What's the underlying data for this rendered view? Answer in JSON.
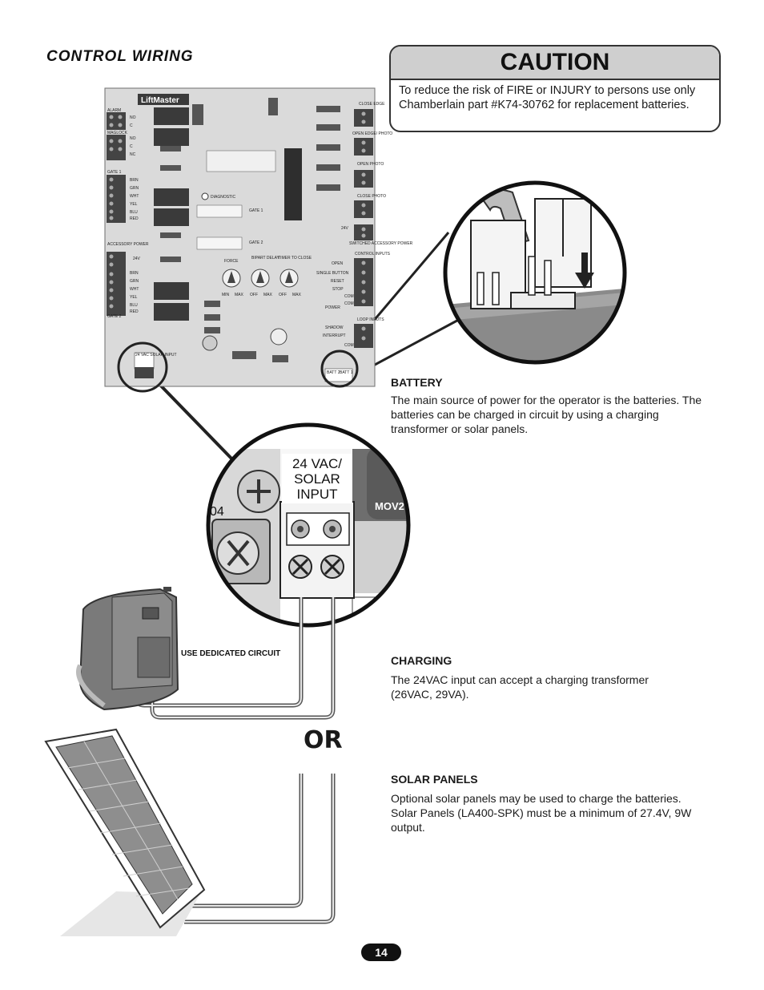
{
  "page": {
    "section_title": "CONTROL WIRING",
    "page_number": "14"
  },
  "caution": {
    "heading": "CAUTION",
    "text": "To reduce the risk of FIRE or INJURY to persons use only Chamberlain part #K74-30762 for replacement batteries."
  },
  "battery": {
    "heading": "BATTERY",
    "text": "The main source of power for the operator is the batteries. The batteries can be charged in circuit by using a charging transformer or solar panels."
  },
  "charging": {
    "heading": "CHARGING",
    "text_line1": "The 24VAC input can accept a charging transformer",
    "text_line2": "(26VAC, 29VA)."
  },
  "solar": {
    "heading": "SOLAR PANELS",
    "text": "Optional solar panels may be used to charge the batteries. Solar Panels (LA400-SPK) must be a minimum of 27.4V, 9W output."
  },
  "illustration": {
    "or_label": "OR",
    "dedicated_circuit": "USE DEDICATED CIRCUIT",
    "input_label_1": "24 VAC/",
    "input_label_2": "SOLAR",
    "input_label_3": "INPUT",
    "mov_label": "MOV2",
    "fragment_label": "04",
    "board": {
      "brand": "LiftMaster",
      "alarm": "ALARM",
      "maglock": "MAGLOCK",
      "gate1": "GATE 1",
      "gate2": "GATE 2",
      "accessory_power": "ACCESSORY POWER",
      "no": "NO",
      "c": "C",
      "nc": "NC",
      "brn": "BRN",
      "grn": "GRN",
      "wht": "WHT",
      "yel": "YEL",
      "blu": "BLU",
      "red": "RED",
      "v24": "24V",
      "diagnostic": "DIAGNOSTIC",
      "learn_gate1": "GATE 1",
      "learn_gate2": "GATE 2",
      "force": "FORCE",
      "bipart_delay": "BIPART DELAY",
      "timer_to_close": "TIMER TO CLOSE",
      "min": "MIN",
      "max": "MAX",
      "off": "OFF",
      "close_edge": "CLOSE EDGE",
      "open_edge_photo": "OPEN EDGE/ PHOTO",
      "open_photo": "OPEN PHOTO",
      "close_photo": "CLOSE PHOTO",
      "switched_accessory_power": "SWITCHED ACCESSORY POWER",
      "control_inputs": "CONTROL INPUTS",
      "open": "OPEN",
      "single_button": "SINGLE BUTTON",
      "reset": "RESET",
      "stop": "STOP",
      "com": "COM",
      "power": "POWER",
      "loop_inputs": "LOOP INPUTS",
      "shadow": "SHADOW",
      "interrupt": "INTERRUPT",
      "solar_input": "24 VAC SOLAR INPUT",
      "batt1": "BATT 1",
      "batt2": "BATT 2"
    }
  },
  "colors": {
    "caution_header": "#cfcfcf",
    "board": "#d9d9d9",
    "page_badge": "#111111"
  }
}
